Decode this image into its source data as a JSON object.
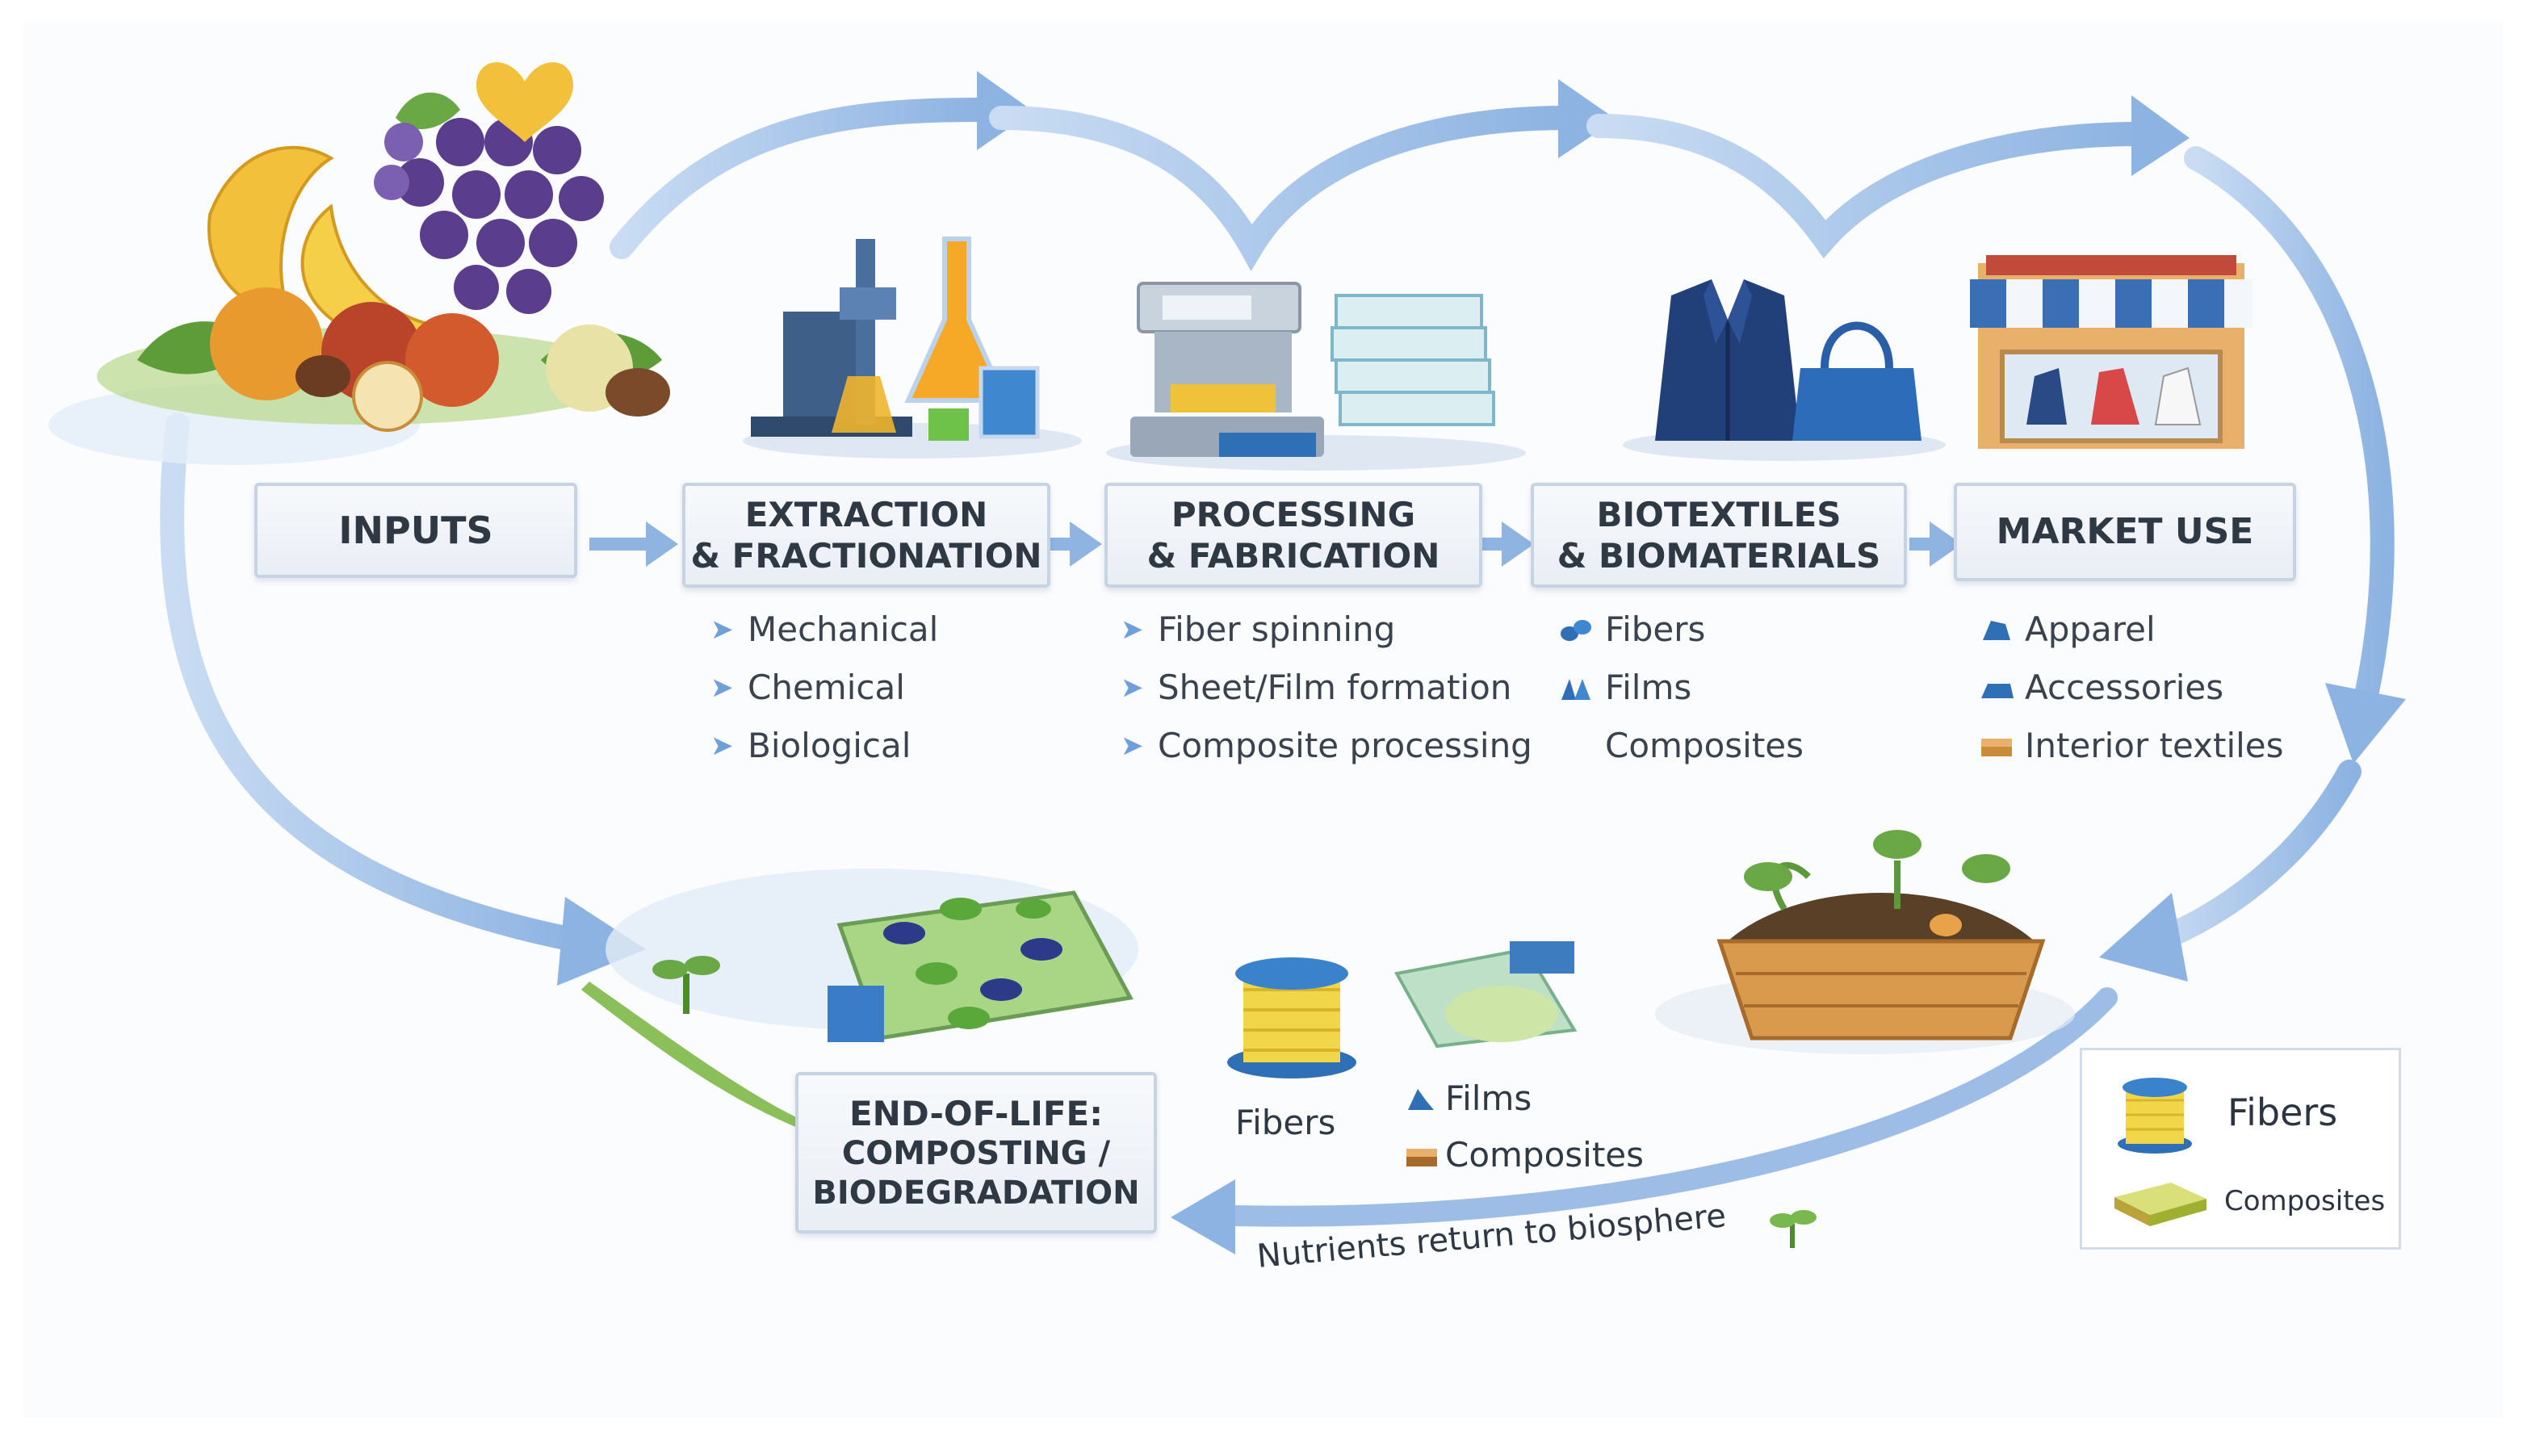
{
  "stages": {
    "inputs": [
      "INPUTS"
    ],
    "extraction": [
      "EXTRACTION",
      "& FRACTIONATION"
    ],
    "processing": [
      "PROCESSING",
      "& FABRICATION"
    ],
    "biotextiles": [
      "BIOTEXTILES",
      "& BIOMATERIALS"
    ],
    "market": [
      "MARKET USE"
    ],
    "end_of_life": [
      "END-OF-LIFE:",
      "COMPOSTING /",
      "BIODEGRADATION"
    ]
  },
  "lists": {
    "extraction": [
      "Mechanical",
      "Chemical",
      "Biological"
    ],
    "processing": [
      "Fiber spinning",
      "Sheet/Film formation",
      "Composite processing"
    ],
    "biotextiles": [
      "Fibers",
      "Films",
      "Composites"
    ],
    "market": [
      "Apparel",
      "Accessories",
      "Interior textiles"
    ]
  },
  "end_of_life_labels": {
    "fibers": "Fibers",
    "films": "Films",
    "composites": "Composites",
    "nutrients": "Nutrients return to biosphere"
  },
  "legend": {
    "fibers": "Fibers",
    "composites": "Composites"
  },
  "icons": {
    "fruit": "fruit-basket-icon",
    "lab": "laboratory-flask-icon",
    "machine": "fabrication-machine-icon",
    "clothing": "jacket-and-bag-icon",
    "store": "storefront-icon",
    "compost": "compost-basket-icon",
    "film": "biofilm-sheet-icon",
    "spool": "fiber-spool-icon"
  },
  "colors": {
    "arrow": "#8fb4e2",
    "box_border": "#c6d3e3",
    "accent_green": "#5a9a3a"
  }
}
